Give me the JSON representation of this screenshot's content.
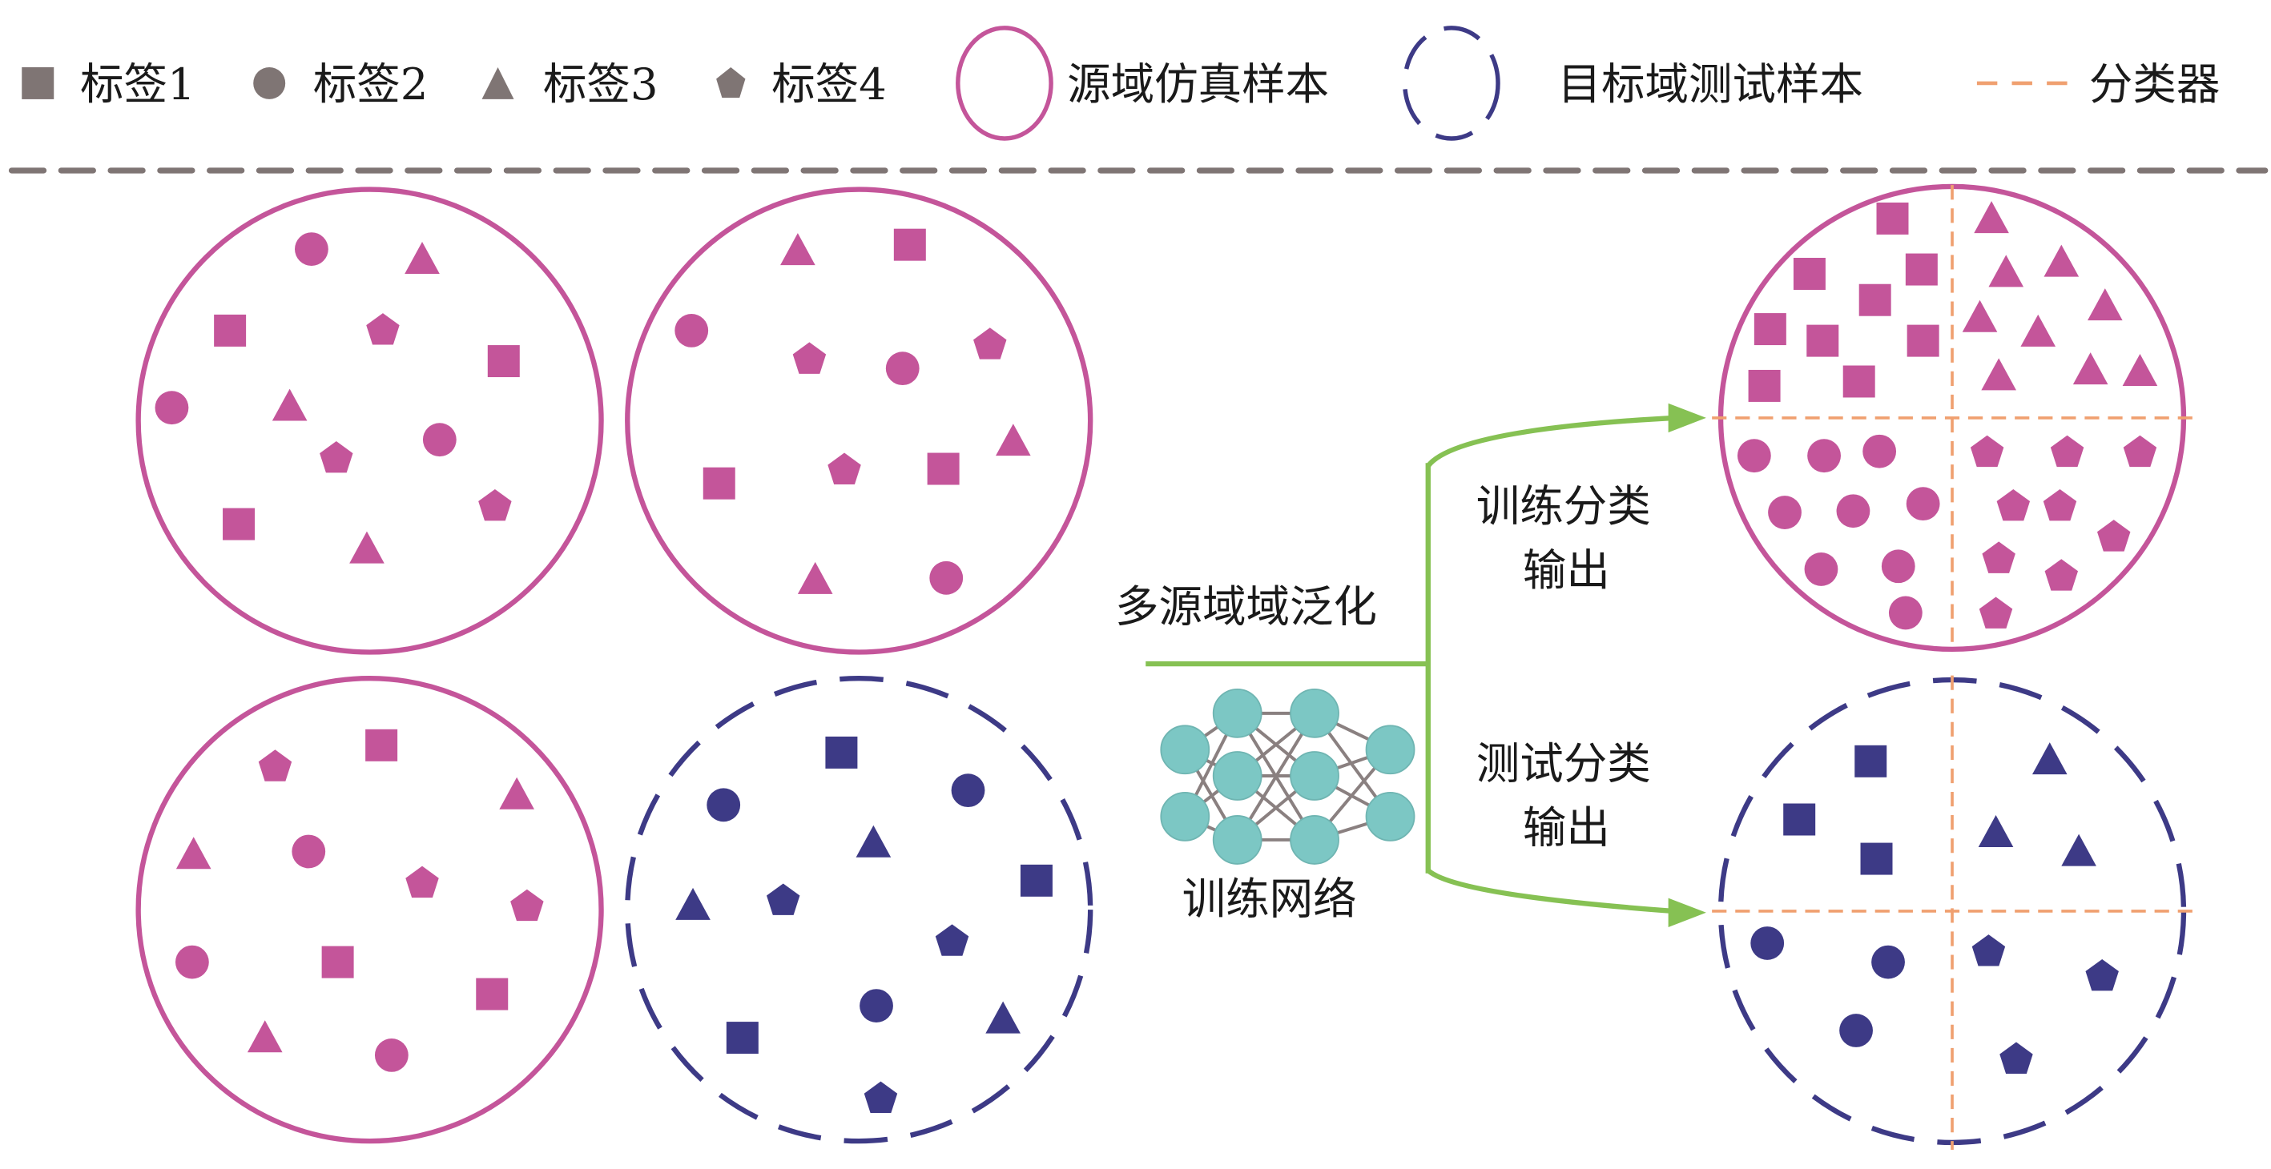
{
  "legend": {
    "label1": "标签1",
    "label2": "标签2",
    "label3": "标签3",
    "label4": "标签4",
    "source_domain": "源域仿真样本",
    "target_domain": "目标域测试样本",
    "classifier": "分类器"
  },
  "labels": {
    "generalization": "多源域域泛化",
    "train_output_line1": "训练分类",
    "train_output_line2": "输出",
    "test_output_line1": "测试分类",
    "test_output_line2": "输出",
    "network": "训练网络"
  },
  "colors": {
    "source": "#c4559a",
    "target": "#3d3a86",
    "legend_gray": "#7f7574",
    "arrow": "#86c153",
    "node": "#7cc7c4",
    "edge": "#8a8080",
    "classifier": "#f0a070"
  }
}
